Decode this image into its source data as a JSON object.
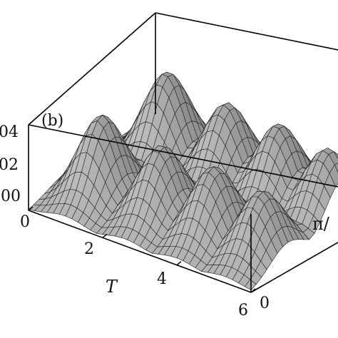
{
  "chart_data": {
    "type": "surface",
    "panel_label": "(b)",
    "x_axis": {
      "label": "T",
      "ticks": [
        "0",
        "2",
        "4",
        "6"
      ],
      "range": [
        0,
        6
      ]
    },
    "y_axis": {
      "label": "π/",
      "ticks": [
        "0"
      ]
    },
    "z_axis": {
      "ticks": [
        ".00",
        "02",
        "04"
      ],
      "range": [
        0,
        0.04
      ]
    },
    "surface": {
      "description_free": true,
      "peak_height": 0.04,
      "peaks_along_T": [
        {
          "T": 1.0,
          "height": 0.038
        },
        {
          "T": 2.6,
          "height": 0.034
        },
        {
          "T": 4.0,
          "height": 0.033
        },
        {
          "T": 5.3,
          "height": 0.03
        }
      ],
      "rows_of_peaks": 2
    },
    "grid": false
  }
}
